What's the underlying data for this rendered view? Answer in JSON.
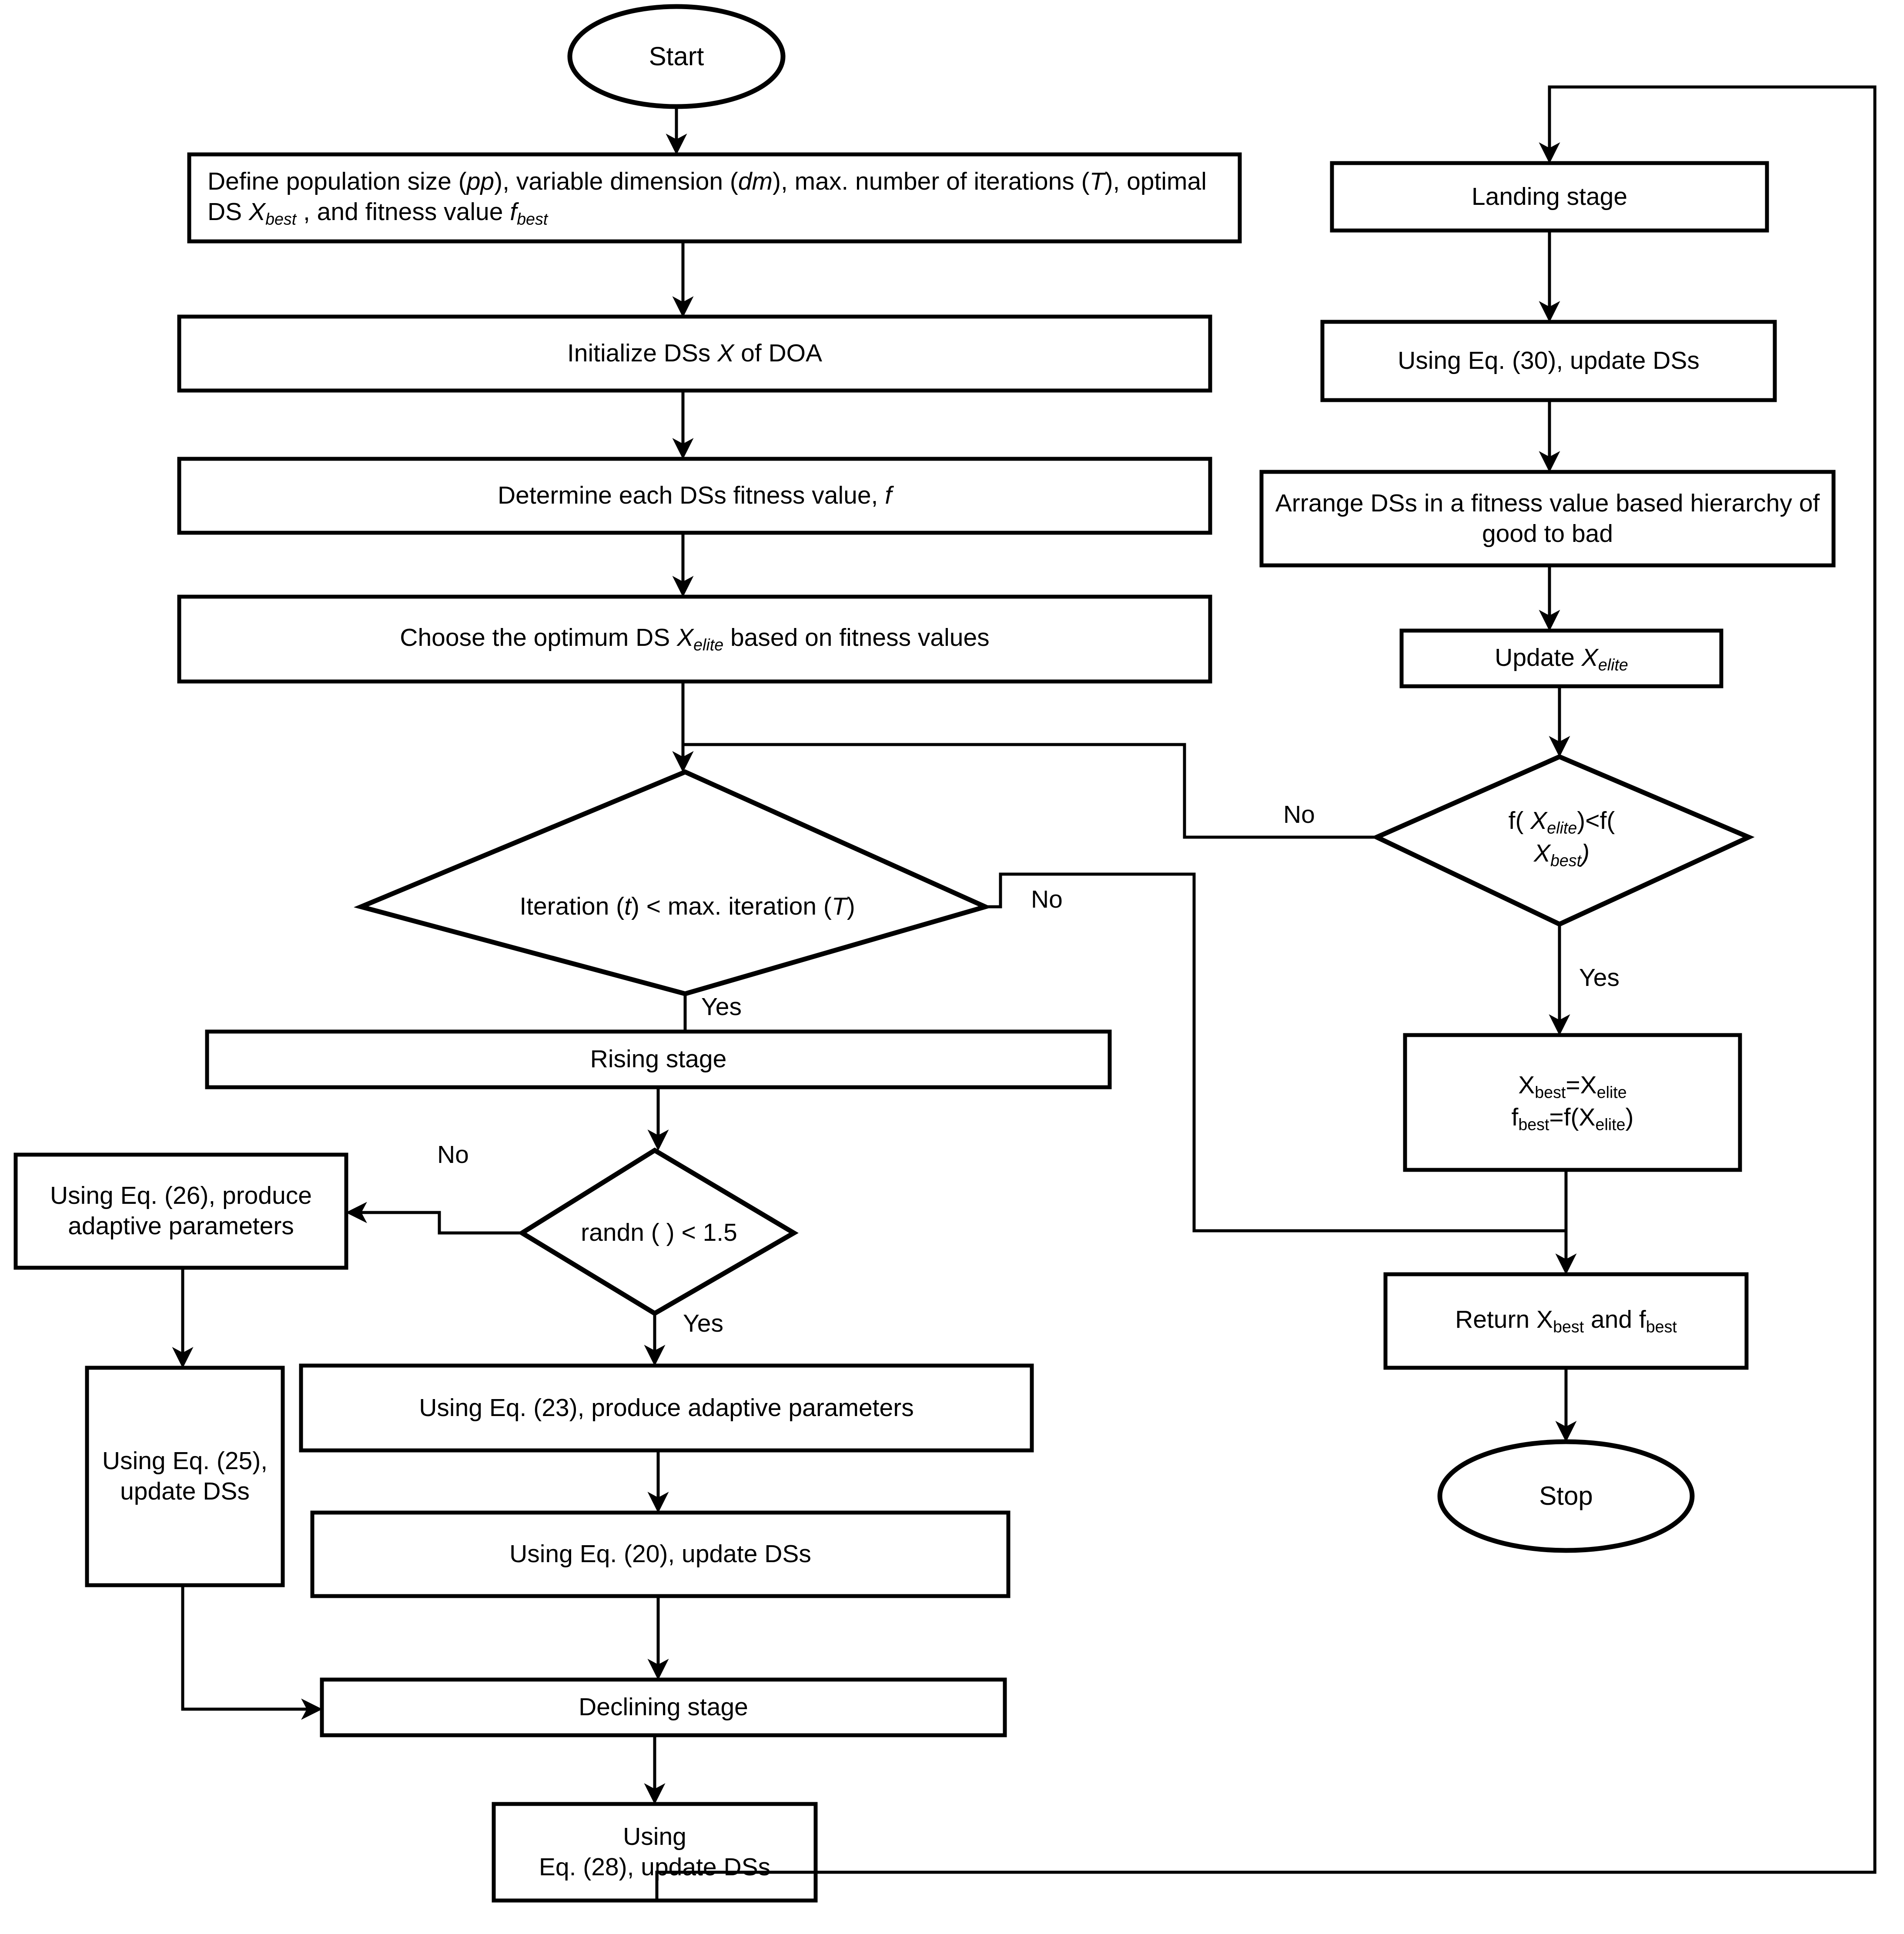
{
  "diagram": {
    "title": "DOA algorithm flowchart",
    "colors": {
      "stroke": "#000000",
      "fill": "#ffffff",
      "text": "#000000"
    },
    "nodes": {
      "start": {
        "label": "Start",
        "shape": "ellipse"
      },
      "define": {
        "label": "Define population size (pp), variable dimension (dm), max. number of iterations (T), optimal DS Xbest , and fitness value fbest",
        "shape": "rect"
      },
      "initialize": {
        "label": "Initialize DSs X of DOA",
        "shape": "rect"
      },
      "determine": {
        "label": "Determine each DSs fitness value, f",
        "shape": "rect"
      },
      "choose": {
        "label": "Choose the optimum DS Xelite based on fitness values",
        "shape": "rect"
      },
      "iteration_check": {
        "label": "Iteration (t) < max. iteration (T)",
        "shape": "diamond"
      },
      "rising": {
        "label": "Rising stage",
        "shape": "rect"
      },
      "randn_check": {
        "label": "randn ( ) < 1.5",
        "shape": "diamond"
      },
      "eq26": {
        "label": "Using Eq. (26), produce adaptive parameters",
        "shape": "rect"
      },
      "eq25": {
        "label": "Using Eq. (25), update DSs",
        "shape": "rect"
      },
      "eq23": {
        "label": "Using Eq. (23), produce adaptive parameters",
        "shape": "rect"
      },
      "eq20": {
        "label": "Using Eq. (20), update DSs",
        "shape": "rect"
      },
      "declining": {
        "label": "Declining stage",
        "shape": "rect"
      },
      "eq28": {
        "label": "Using Eq. (28), update DSs",
        "shape": "rect"
      },
      "landing": {
        "label": "Landing stage",
        "shape": "rect"
      },
      "eq30": {
        "label": "Using Eq. (30), update DSs",
        "shape": "rect"
      },
      "arrange": {
        "label": "Arrange DSs in a fitness value based hierarchy of good to bad",
        "shape": "rect"
      },
      "update_elite": {
        "label": "Update Xelite",
        "shape": "rect"
      },
      "fitness_check": {
        "label": "f( Xelite)<f( Xbest)",
        "shape": "diamond"
      },
      "assign_best": {
        "label": "Xbest=Xelite fbest=f(Xelite)",
        "shape": "rect"
      },
      "return": {
        "label": "Return Xbest and fbest",
        "shape": "rect"
      },
      "stop": {
        "label": "Stop",
        "shape": "ellipse"
      }
    },
    "edge_labels": {
      "iteration_no": "No",
      "iteration_yes": "Yes",
      "randn_no": "No",
      "randn_yes": "Yes",
      "fitness_no": "No",
      "fitness_yes": "Yes"
    }
  }
}
